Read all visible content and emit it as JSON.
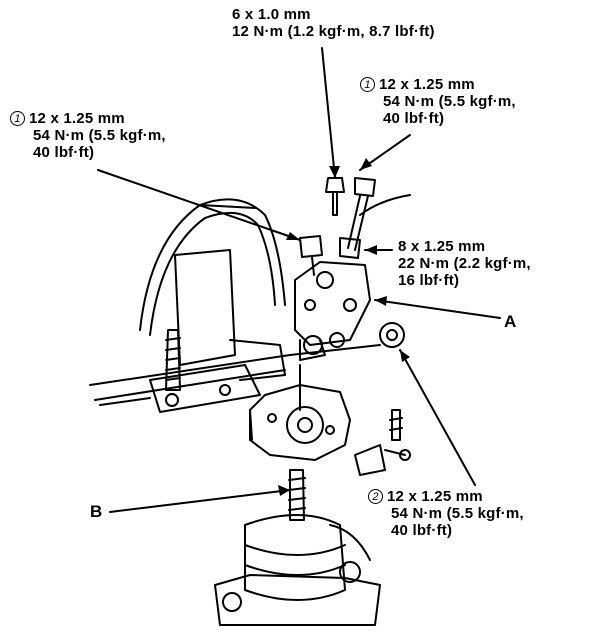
{
  "callouts": {
    "top_center": {
      "line1": "6 x 1.0 mm",
      "line2": "12 N·m (1.2 kgf·m, 8.7 lbf·ft)"
    },
    "top_right": {
      "marker": "1",
      "line1": "12 x 1.25 mm",
      "line2": "54 N·m (5.5 kgf·m,",
      "line3": "40 lbf·ft)"
    },
    "left": {
      "marker": "1",
      "line1": "12 x 1.25 mm",
      "line2": "54 N·m (5.5 kgf·m,",
      "line3": "40 lbf·ft)"
    },
    "mid_right": {
      "line1": "8 x 1.25 mm",
      "line2": "22 N·m (2.2 kgf·m,",
      "line3": "16 lbf·ft)"
    },
    "bottom_right": {
      "marker": "2",
      "line1": "12 x 1.25 mm",
      "line2": "54 N·m (5.5 kgf·m,",
      "line3": "40 lbf·ft)"
    }
  },
  "part_labels": {
    "a": "A",
    "b": "B"
  }
}
